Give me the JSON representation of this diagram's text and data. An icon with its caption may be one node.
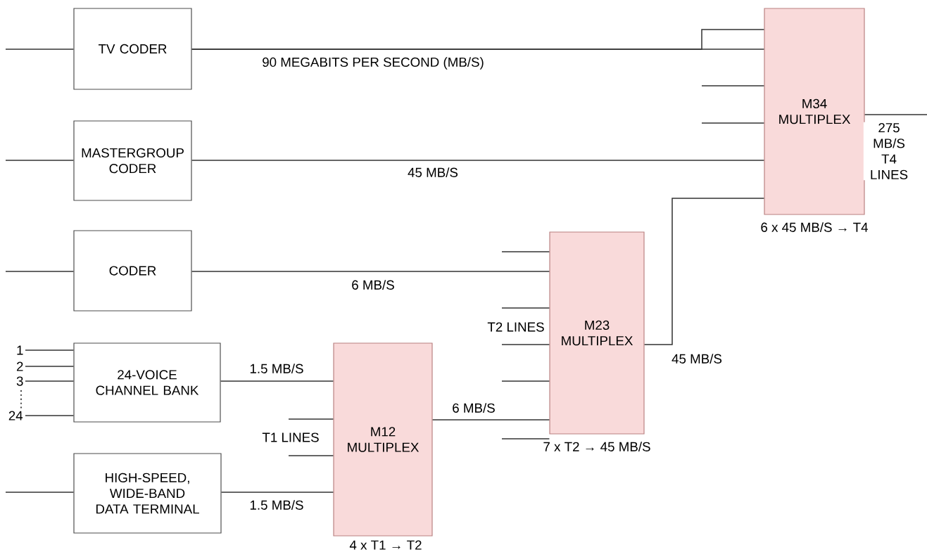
{
  "diagram": {
    "nodes": [
      {
        "text": [
          "TV CODER"
        ]
      },
      {
        "text": [
          "MASTERGROUP CODER"
        ]
      },
      {
        "text": [
          "CODER"
        ]
      },
      {
        "text": [
          "1"
        ]
      },
      {
        "text": [
          "2"
        ]
      },
      {
        "text": [
          "3"
        ]
      },
      {
        "text": [
          "24"
        ]
      },
      {
        "text": [
          "24-VOICE CHANNEL BANK"
        ]
      },
      {
        "text": [
          "HIGH-SPEED, WIDE-BAND DATA TERMINAL"
        ]
      },
      {
        "text": [
          "M12 MULTIPLEX"
        ],
        "beside": [
          "4 x T1 → T2"
        ]
      },
      {
        "text": [
          "M23 MULTIPLEX"
        ],
        "beside": [
          "7 x T2 → 45 MB/S"
        ]
      },
      {
        "text": [
          "M34 MULTIPLEX"
        ],
        "beside": [
          "6 x 45 MB/S → T4"
        ]
      }
    ],
    "edges": [
      {
        "from": null,
        "to": 0,
        "arrow": "none"
      },
      {
        "from": 0,
        "to": 11,
        "arrow": "none",
        "label": "90 MEGABITS PER SECOND (MB/S)"
      },
      {
        "from": 0,
        "to": 11,
        "arrow": "none"
      },
      {
        "from": null,
        "to": 1,
        "arrow": "none"
      },
      {
        "from": 1,
        "to": 11,
        "arrow": "none",
        "label": "45 MB/S"
      },
      {
        "from": null,
        "to": 2,
        "arrow": "none"
      },
      {
        "from": 2,
        "to": 10,
        "arrow": "none",
        "label": "6 MB/S"
      },
      {
        "from": 3,
        "to": 7,
        "arrow": "none"
      },
      {
        "from": 4,
        "to": 7,
        "arrow": "none"
      },
      {
        "from": 5,
        "to": 7,
        "arrow": "none"
      },
      {
        "from": 6,
        "to": 7,
        "arrow": "none"
      },
      {
        "from": 7,
        "to": 9,
        "arrow": "none",
        "label": "1.5 MB/S"
      },
      {
        "from": null,
        "to": 8,
        "arrow": "none"
      },
      {
        "from": 8,
        "to": 9,
        "arrow": "none",
        "label": "1.5 MB/S"
      },
      {
        "from": null,
        "to": 9,
        "arrow": "none"
      },
      {
        "from": null,
        "to": 9,
        "arrow": "none"
      },
      {
        "from": 9,
        "to": 10,
        "arrow": "none",
        "label": "6 MB/S"
      },
      {
        "from": null,
        "to": 10,
        "arrow": "none"
      },
      {
        "from": null,
        "to": 10,
        "arrow": "none"
      },
      {
        "from": null,
        "to": 10,
        "arrow": "none"
      },
      {
        "from": null,
        "to": 10,
        "arrow": "none"
      },
      {
        "from": null,
        "to": 10,
        "arrow": "none"
      },
      {
        "from": 10,
        "to": 11,
        "arrow": "none",
        "label": "45 MB/S"
      },
      {
        "from": null,
        "to": 11,
        "arrow": "none"
      },
      {
        "from": null,
        "to": 11,
        "arrow": "none"
      },
      {
        "from": 11,
        "to": null,
        "arrow": "none",
        "label": "275 MB/S T4 LINES"
      }
    ],
    "labels": [
      "T2 LINES",
      "T1 LINES"
    ]
  }
}
